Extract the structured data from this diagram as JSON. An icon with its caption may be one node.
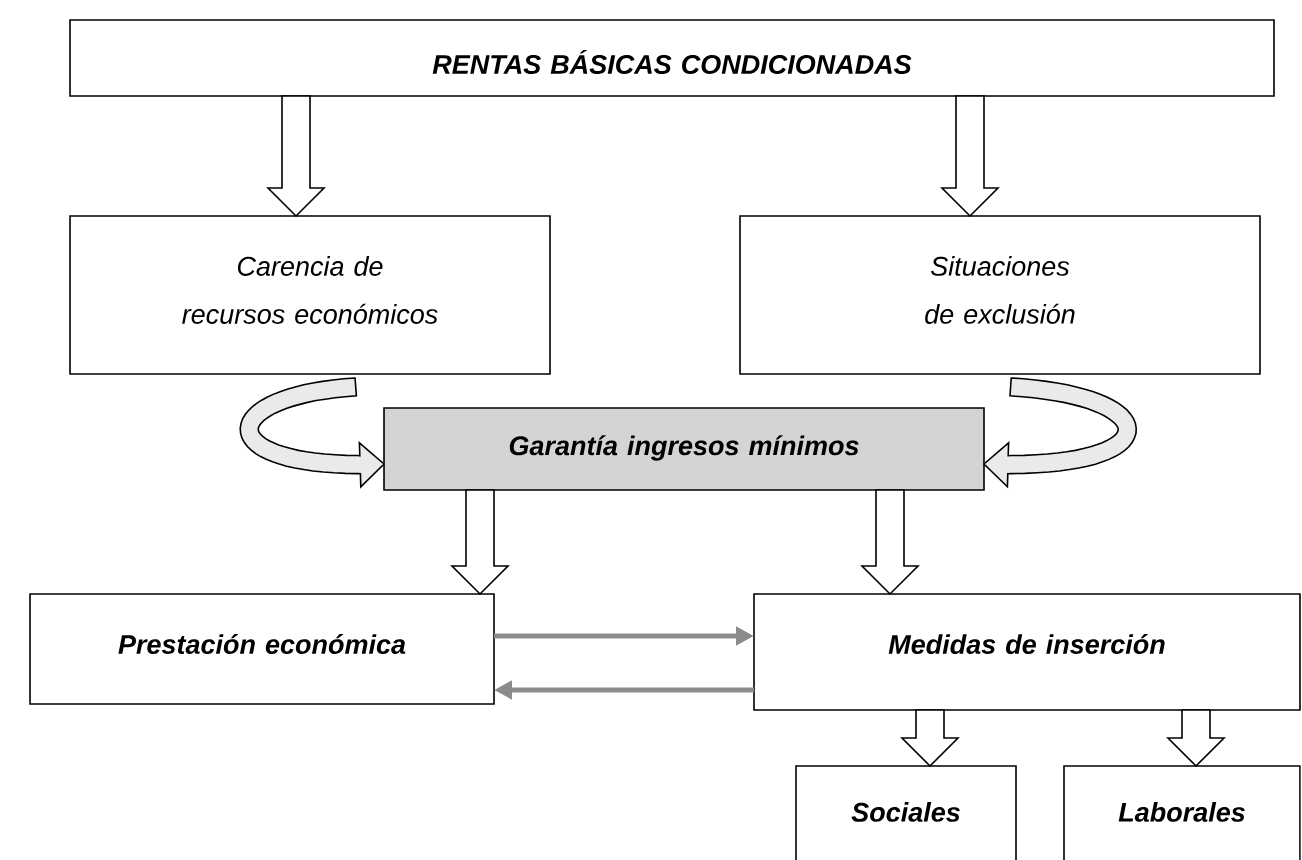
{
  "diagram": {
    "nodes": [
      {
        "text": [
          "RENTAS BÁSICAS CONDICIONADAS"
        ]
      },
      {
        "text": [
          "Carencia de recursos económicos"
        ]
      },
      {
        "text": [
          "Situaciones de exclusión"
        ]
      },
      {
        "text": [
          "Garantía ingresos mínimos"
        ]
      },
      {
        "text": [
          "Prestación económica"
        ]
      },
      {
        "text": [
          "Medidas de inserción"
        ]
      },
      {
        "text": [
          "Sociales"
        ]
      },
      {
        "text": [
          "Laborales"
        ]
      }
    ],
    "edges": [
      {
        "from": 0,
        "to": 1,
        "arrow": "to"
      },
      {
        "from": 0,
        "to": 2,
        "arrow": "to"
      },
      {
        "from": 1,
        "to": 3,
        "arrow": "to"
      },
      {
        "from": 2,
        "to": 3,
        "arrow": "to"
      },
      {
        "from": 3,
        "to": 4,
        "arrow": "to"
      },
      {
        "from": 3,
        "to": 5,
        "arrow": "to"
      },
      {
        "from": 4,
        "to": 5,
        "arrow": "to",
        "color": "#8c8c8c"
      },
      {
        "from": 5,
        "to": 4,
        "arrow": "to",
        "color": "#8c8c8c"
      },
      {
        "from": 5,
        "to": 6,
        "arrow": "to"
      },
      {
        "from": 5,
        "to": 7,
        "arrow": "to"
      }
    ]
  }
}
